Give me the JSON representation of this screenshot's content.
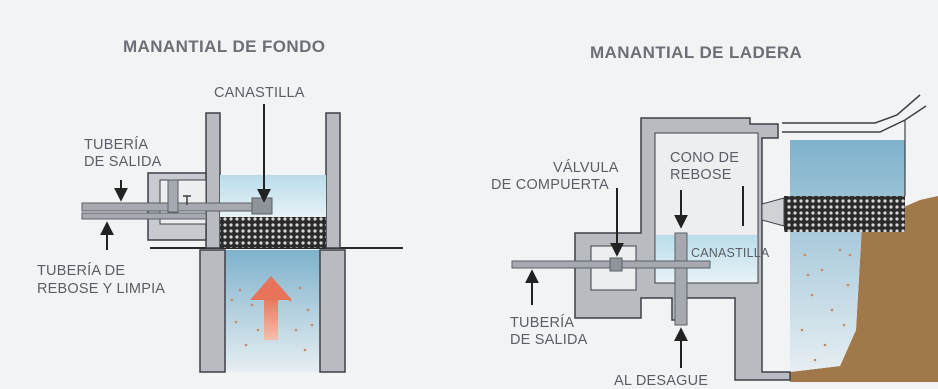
{
  "left_diagram": {
    "title": "MANANTIAL DE FONDO",
    "labels": {
      "canastilla": "CANASTILLA",
      "tuberia_salida_l1": "TUBERÍA",
      "tuberia_salida_l2": "DE SALIDA",
      "tuberia_rebose_l1": "TUBERÍA DE",
      "tuberia_rebose_l2": "REBOSE Y LIMPIA"
    }
  },
  "right_diagram": {
    "title": "MANANTIAL DE LADERA",
    "labels": {
      "valvula_l1": "VÁLVULA",
      "valvula_l2": "DE COMPUERTA",
      "cono_l1": "CONO DE",
      "cono_l2": "REBOSE",
      "canastilla": "CANASTILLA",
      "tuberia_salida_l1": "TUBERÍA",
      "tuberia_salida_l2": "DE SALIDA",
      "desague": "AL DESAGUE"
    }
  },
  "colors": {
    "background": "#f2f3f4",
    "concrete": "#b8bcc1",
    "concrete_edge": "#3d4046",
    "water": "#bfe0ef",
    "gravel": "#2b2b2b",
    "soil": "#a0784a",
    "flow_arrow": "#e8826a",
    "text": "#5a5e66"
  }
}
